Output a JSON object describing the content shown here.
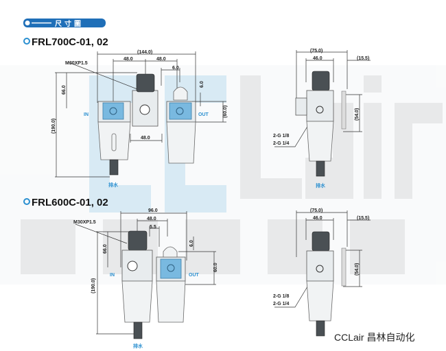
{
  "header_badge": "尺寸圖",
  "watermark": {
    "brand": "CCLair",
    "chinese": "昌林自动化"
  },
  "caption": "CCLair 昌林自动化",
  "diagrams": [
    {
      "title": "FRL700C-01, 02",
      "front": {
        "overall_width": "(144.0)",
        "pitch_1": "48.0",
        "pitch_2": "48.0",
        "offset": "6.0",
        "thread": "M30XP1.5",
        "knob_height": "66.0",
        "total_height": "(190.0)",
        "top_offset": "6.0",
        "body_height": "(60.0)",
        "bottom_pitch": "48.0",
        "in_label": "IN",
        "out_label": "OUT",
        "drain_label": "排水"
      },
      "side": {
        "overall_width": "(75.0)",
        "body_width": "46.0",
        "bracket": "(15.5)",
        "bracket_height": "(54.0)",
        "port_1": "2-G 1/8",
        "port_2": "2-G 1/4",
        "drain_label": "排水"
      }
    },
    {
      "title": "FRL600C-01, 02",
      "front": {
        "overall_width": "96.0",
        "pitch_1": "48.0",
        "offset": "5.5",
        "thread": "M30XP1.5",
        "knob_height": "66.0",
        "total_height": "(190.0)",
        "top_offset": "6.0",
        "body_height": "60.0",
        "in_label": "IN",
        "out_label": "OUT",
        "drain_label": "排水"
      },
      "side": {
        "overall_width": "(75.0)",
        "body_width": "46.0",
        "bracket": "(15.5)",
        "bracket_height": "(54.0)",
        "port_1": "2-G 1/8",
        "port_2": "2-G 1/4"
      }
    }
  ]
}
